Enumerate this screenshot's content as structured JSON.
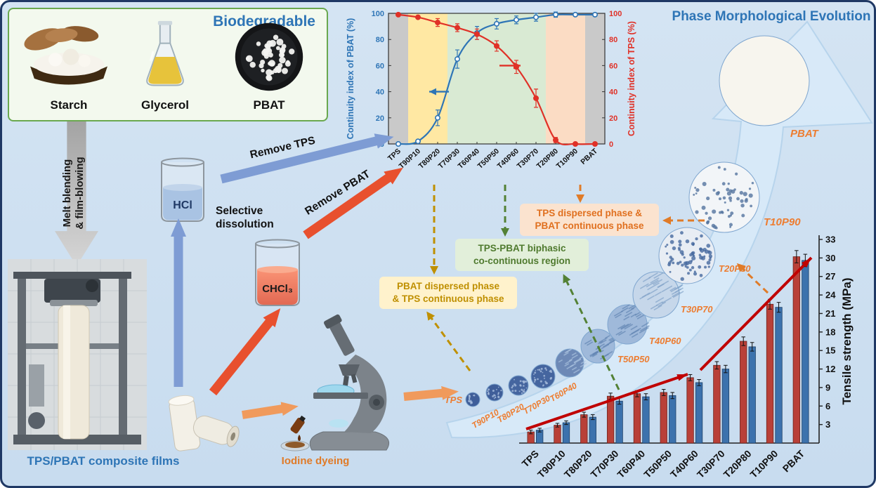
{
  "palette": {
    "canvas_bg": "#cfe1f1",
    "border": "#1f3864",
    "title_blue": "#2e75b6",
    "stage_orange": "#ed7d31",
    "arrow_blue": "#7e9cd4",
    "arrow_red": "#e8502e",
    "arrow_orange": "#f09a5c",
    "dash_gold": "#bf9000",
    "dash_green": "#538135",
    "dash_orange": "#e07b28",
    "trend_red": "#c00000"
  },
  "biodegradable": {
    "title": "Biodegradable",
    "items": [
      {
        "label": "Starch"
      },
      {
        "label": "Glycerol"
      },
      {
        "label": "PBAT"
      }
    ]
  },
  "process": {
    "melt_blending_label": "Melt blending\n& film-blowing",
    "composite_films_label": "TPS/PBAT composite films",
    "hcl_label": "HCl",
    "chcl3_label": "CHCl₃",
    "selective_dissolution_label": "Selective\ndissolution",
    "remove_tps_label": "Remove TPS",
    "remove_pbat_label": "Remove PBAT",
    "iodine_label": "Iodine dyeing"
  },
  "evolution": {
    "title": "Phase Morphological Evolution",
    "stages": [
      "TPS",
      "T90P10",
      "T80P20",
      "T70P30",
      "T60P40",
      "T50P50",
      "T40P60",
      "T30P70",
      "T20P80",
      "T10P90",
      "PBAT"
    ]
  },
  "annotations": {
    "tps_dispersed": "TPS dispersed phase &\nPBAT continuous phase",
    "biphasic": "TPS-PBAT biphasic\nco-continuous region",
    "pbat_dispersed": "PBAT dispersed phase\n& TPS continuous phase"
  },
  "chart_data": [
    {
      "type": "line",
      "categories": [
        "TPS",
        "T90P10",
        "T80P20",
        "T70P30",
        "T60P40",
        "T50P50",
        "T40P60",
        "T30P70",
        "T20P80",
        "T10P90",
        "PBAT"
      ],
      "ylim": [
        0,
        100
      ],
      "yticks": [
        0,
        20,
        40,
        60,
        80,
        100
      ],
      "ylabel_left": "Continuity index of PBAT (%)",
      "ylabel_right": "Continuity index of TPS (%)",
      "grid": false,
      "legend": "none",
      "series": [
        {
          "name": "Continuity index of PBAT",
          "axis": "left",
          "color": "#2e75b6",
          "values": [
            0,
            2,
            20,
            65,
            85,
            92,
            95,
            97,
            99,
            99,
            99
          ],
          "errors": [
            1,
            1,
            6,
            7,
            5,
            4,
            3,
            3,
            2,
            1,
            1
          ]
        },
        {
          "name": "Continuity index of TPS",
          "axis": "right",
          "color": "#e03127",
          "values": [
            99,
            97,
            93,
            89,
            84,
            75,
            59,
            35,
            3,
            0,
            0
          ],
          "errors": [
            1,
            1,
            3,
            3,
            4,
            4,
            5,
            7,
            2,
            1,
            1
          ]
        }
      ],
      "bands": [
        {
          "from": -0.5,
          "to": 0.5,
          "color": "#c9c9c9"
        },
        {
          "from": 0.5,
          "to": 2.5,
          "color": "#ffe8a3"
        },
        {
          "from": 2.5,
          "to": 7.5,
          "color": "#d9ead3"
        },
        {
          "from": 7.5,
          "to": 9.5,
          "color": "#fbdcc4"
        },
        {
          "from": 9.5,
          "to": 10.5,
          "color": "#c9c9c9"
        }
      ]
    },
    {
      "type": "bar",
      "categories": [
        "TPS",
        "T90P10",
        "T80P20",
        "T70P30",
        "T60P40",
        "T50P50",
        "T40P60",
        "T30P70",
        "T20P80",
        "T10P90",
        "PBAT"
      ],
      "ylabel": "Tensile strength (MPa)",
      "ylim": [
        0,
        33
      ],
      "yticks": [
        3,
        6,
        9,
        12,
        15,
        18,
        21,
        24,
        27,
        30,
        33
      ],
      "series": [
        {
          "name": "tensile-red",
          "color": "#b94038",
          "values": [
            1.8,
            2.9,
            4.6,
            7.6,
            8.0,
            8.2,
            10.6,
            12.6,
            16.5,
            22.5,
            30.2
          ],
          "errors": [
            0.3,
            0.3,
            0.4,
            0.5,
            0.5,
            0.5,
            0.5,
            0.6,
            0.7,
            0.8,
            1.0
          ]
        },
        {
          "name": "tensile-blue",
          "color": "#3c72ad",
          "values": [
            2.1,
            3.3,
            4.2,
            6.8,
            7.5,
            7.7,
            9.8,
            12.0,
            15.6,
            22.0,
            29.6
          ],
          "errors": [
            0.3,
            0.3,
            0.4,
            0.5,
            0.5,
            0.5,
            0.5,
            0.6,
            0.7,
            0.8,
            1.0
          ]
        }
      ]
    }
  ]
}
